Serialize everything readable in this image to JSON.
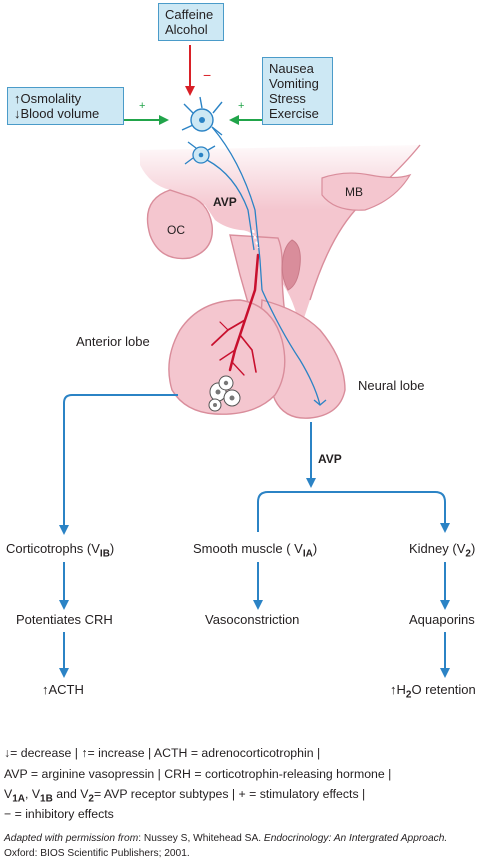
{
  "boxes": {
    "caffeine": [
      "Caffeine",
      "Alcohol"
    ],
    "osmolality": [
      "↑Osmolality",
      "↓Blood volume"
    ],
    "nausea": [
      "Nausea",
      "Vomiting",
      "Stress",
      "Exercise"
    ]
  },
  "signs": {
    "minus": "−",
    "plus_left": "+",
    "plus_right": "+"
  },
  "labels": {
    "oc": "OC",
    "mb": "MB",
    "avp_top": "AVP",
    "anterior_lobe": "Anterior lobe",
    "neural_lobe": "Neural lobe",
    "avp_mid": "AVP"
  },
  "targets": {
    "corticotrophs": {
      "pre": "Corticotrophs (V",
      "sub": "IB",
      "post": ")"
    },
    "smooth_muscle": {
      "pre": "Smooth muscle ( V",
      "sub": "IA",
      "post": ")"
    },
    "kidney": {
      "pre": "Kidney (V",
      "sub": "2",
      "post": ")"
    }
  },
  "effects": {
    "potentiates": "Potentiates CRH",
    "vasoconstriction": "Vasoconstriction",
    "aquaporins": "Aquaporins"
  },
  "outcomes": {
    "acth": "↑ACTH",
    "h2o": {
      "pre": "↑H",
      "sub": "2",
      "post": "O retention"
    }
  },
  "legend": {
    "line1": "↓= decrease  |  ↑= increase  |  ACTH = adrenocorticotrophin  |",
    "line2": "AVP = arginine vasopressin  |  CRH  = corticotrophin-releasing hormone  |",
    "line3": {
      "v1": "V",
      "s1": "1A",
      "c1": ", V",
      "s2": "1B",
      "c2": " and V",
      "s3": "2",
      "rest": "= AVP receptor subtypes  | +   = stimulatory  effects  |"
    },
    "line4": "− = inhibitory  effects"
  },
  "citation": {
    "lead": "Adapted with permission from",
    "authors": ": Nussey  S, Whitehead  SA. ",
    "title": "Endocrinology: An Intergrated Approach.",
    "line2": "Oxford:  BIOS Scientific  Publishers;  2001."
  },
  "colors": {
    "box_fill": "#cde8f4",
    "box_border": "#4a9bc9",
    "arrow_blue": "#2b83c5",
    "inhibit_red": "#d92027",
    "stim_green": "#21a44a",
    "tissue_pink": "#f4c6cf",
    "tissue_dark": "#d98d9b",
    "vessel_red": "#c8102e"
  }
}
